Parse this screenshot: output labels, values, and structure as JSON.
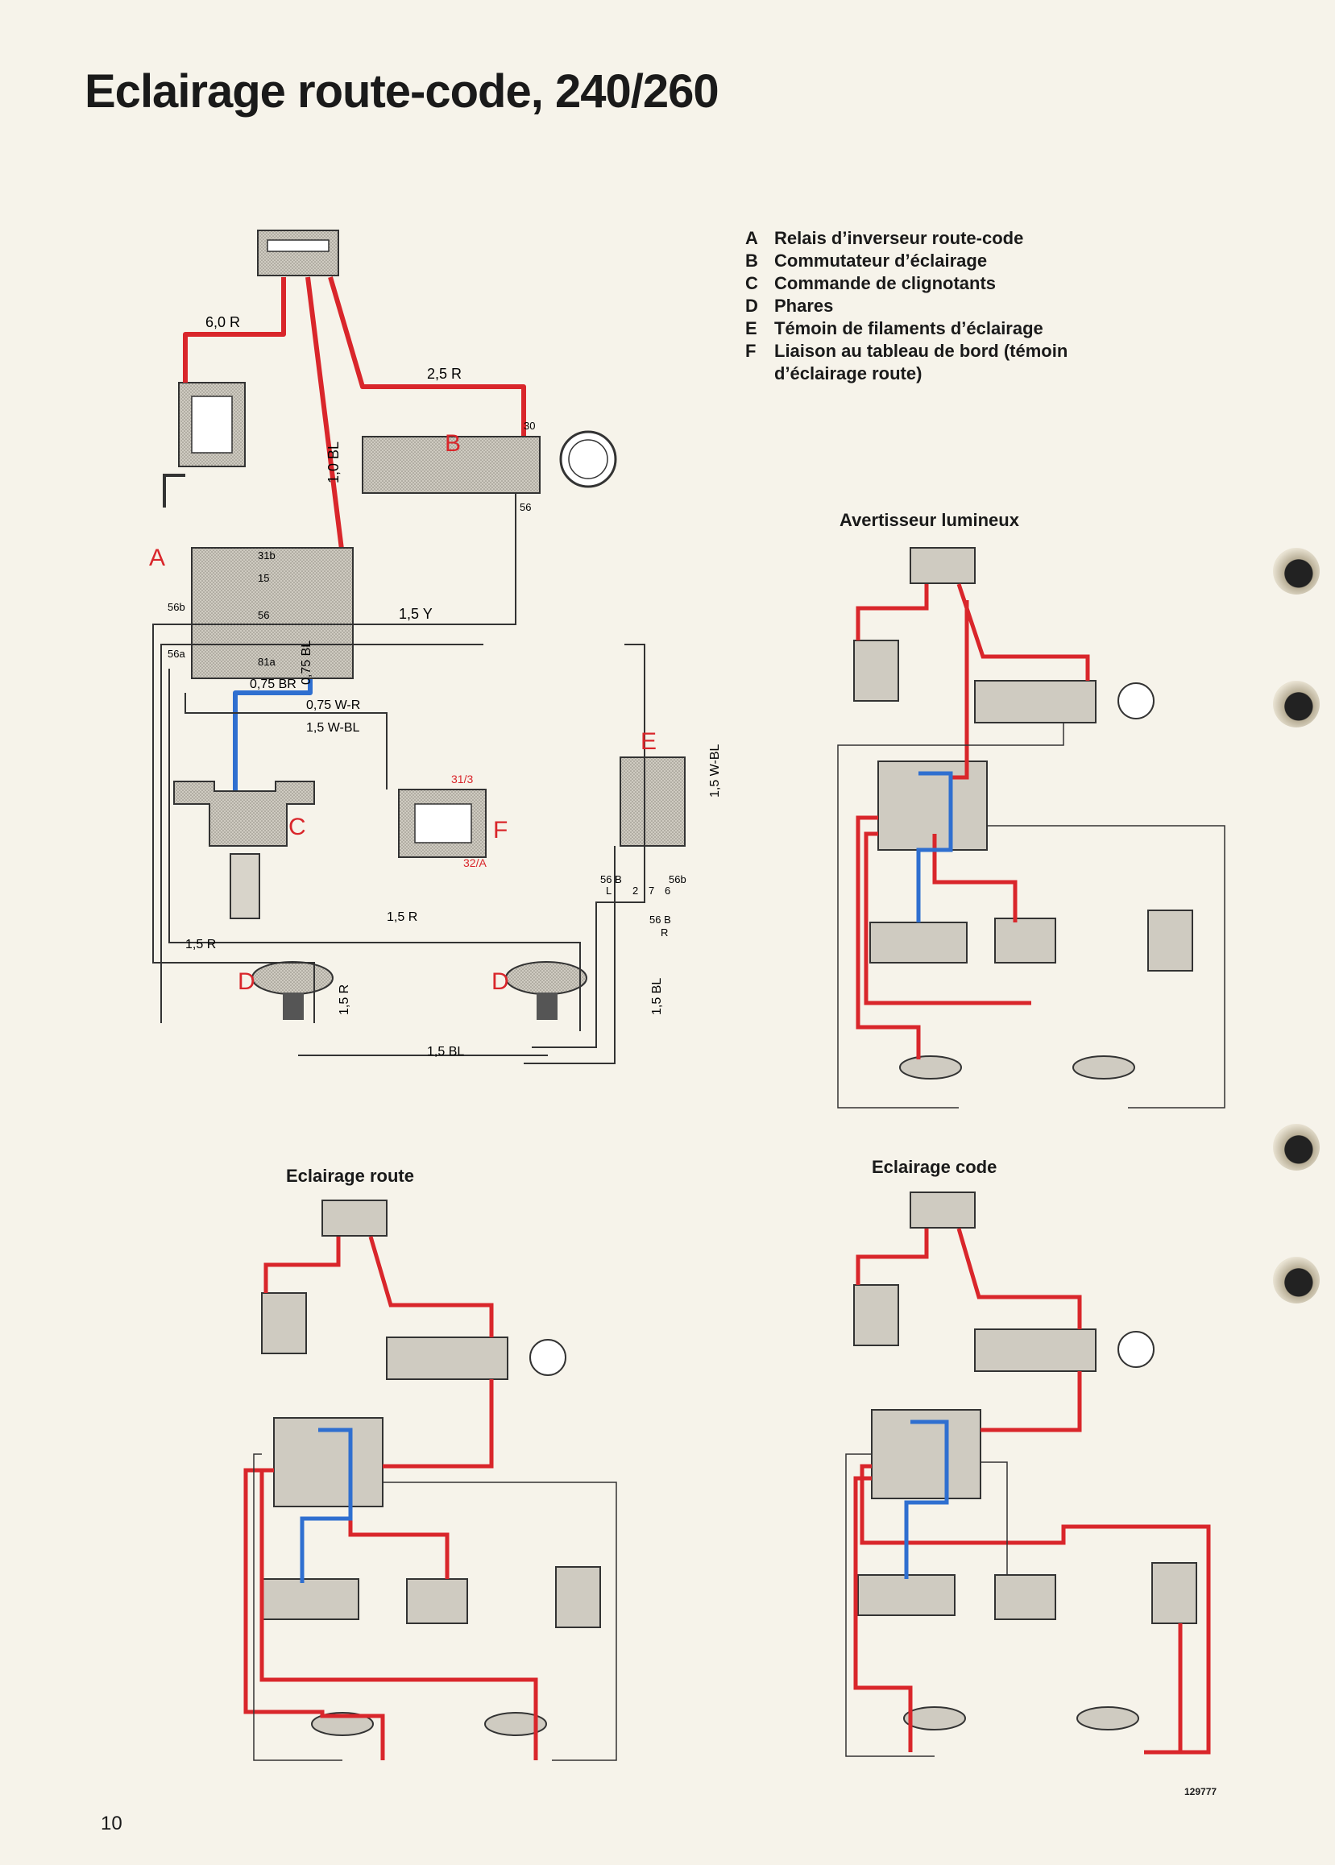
{
  "title": "Eclairage route-code, 240/260",
  "legend": [
    {
      "key": "A",
      "text": "Relais d’inverseur route-code"
    },
    {
      "key": "B",
      "text": "Commutateur d’éclairage"
    },
    {
      "key": "C",
      "text": "Commande de clignotants"
    },
    {
      "key": "D",
      "text": "Phares"
    },
    {
      "key": "E",
      "text": "Témoin de filaments d’éclairage"
    },
    {
      "key": "F",
      "text": "Liaison au tableau de bord (témoin d’éclairage route)"
    }
  ],
  "sections": {
    "flash": "Avertisseur lumineux",
    "high": "Eclairage route",
    "low": "Eclairage code"
  },
  "components": {
    "A": "A",
    "B": "B",
    "C": "C",
    "D": "D",
    "E": "E",
    "F": "F"
  },
  "wires": {
    "w60R": "6,0 R",
    "w25R": "2,5 R",
    "w10BL": "1,0 BL",
    "w15Y": "1,5 Y",
    "w075BL": "0,75 BL",
    "w075BR": "0,75 BR",
    "w075WR": "0,75 W-R",
    "w15WBL": "1,5 W-BL",
    "w15WBL_v": "1,5 W-BL",
    "w15R_a": "1,5 R",
    "w15R_b": "1,5 R",
    "w15R_c": "1,5 R",
    "w15BL_a": "1,5 BL",
    "w15BL_b": "1,5 BL"
  },
  "terminals": {
    "t31b": "31b",
    "t15": "15",
    "t56": "56",
    "t56a": "56a",
    "t56b": "56b",
    "t81a": "81a",
    "t30": "30",
    "t56B": "56 B",
    "t56bE": "56b",
    "t2": "2",
    "t7": "7",
    "t6": "6",
    "tL": "L",
    "tR": "R",
    "t56BR": "56 B",
    "t313": "31/3",
    "t32A": "32/A",
    "t56sw": "56"
  },
  "colors": {
    "red": "#d9262b",
    "blue": "#2f6fd0",
    "wire": "#333333",
    "stipple": "#b9b5ab"
  },
  "footer": {
    "page_number": "10",
    "ref_number": "129777"
  }
}
